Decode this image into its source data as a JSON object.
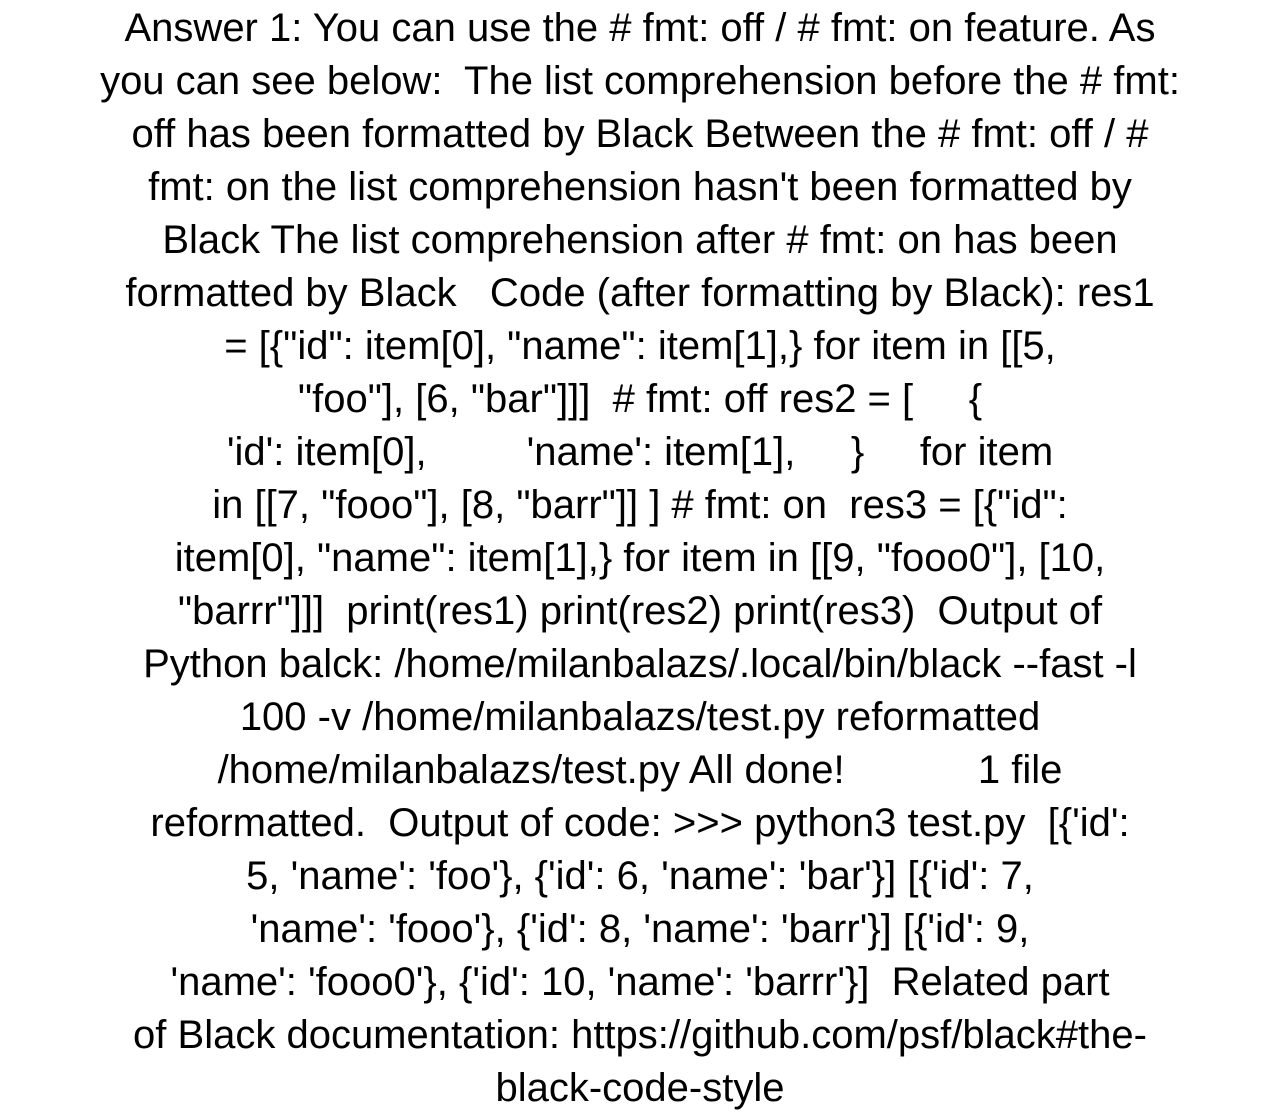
{
  "document": {
    "text_color": "#000000",
    "background_color": "#ffffff",
    "lines": [
      "Answer 1: You can use the # fmt: off / # fmt: on feature. As",
      "you can see below:  The list comprehension before the # fmt:",
      "off has been formatted by Black Between the # fmt: off / #",
      "fmt: on the list comprehension hasn't been formatted by",
      "Black The list comprehension after # fmt: on has been",
      "formatted by Black   Code (after formatting by Black): res1",
      "= [{\"id\": item[0], \"name\": item[1],} for item in [[5,",
      "\"foo\"], [6, \"bar\"]]]  # fmt: off res2 = [     {",
      "'id': item[0],         'name': item[1],     }     for item",
      "in [[7, \"fooo\"], [8, \"barr\"]] ] # fmt: on  res3 = [{\"id\":",
      "item[0], \"name\": item[1],} for item in [[9, \"fooo0\"], [10,",
      "\"barrr\"]]]  print(res1) print(res2) print(res3)  Output of",
      "Python balck: /home/milanbalazs/.local/bin/black --fast -l",
      "100 -v /home/milanbalazs/test.py reformatted",
      "/home/milanbalazs/test.py All done!            1 file",
      "reformatted.  Output of code: >>> python3 test.py  [{'id':",
      "5, 'name': 'foo'}, {'id': 6, 'name': 'bar'}] [{'id': 7,",
      "'name': 'fooo'}, {'id': 8, 'name': 'barr'}] [{'id': 9,",
      "'name': 'fooo0'}, {'id': 10, 'name': 'barrr'}]  Related part",
      "of Black documentation: https://github.com/psf/black#the-",
      "black-code-style"
    ]
  }
}
